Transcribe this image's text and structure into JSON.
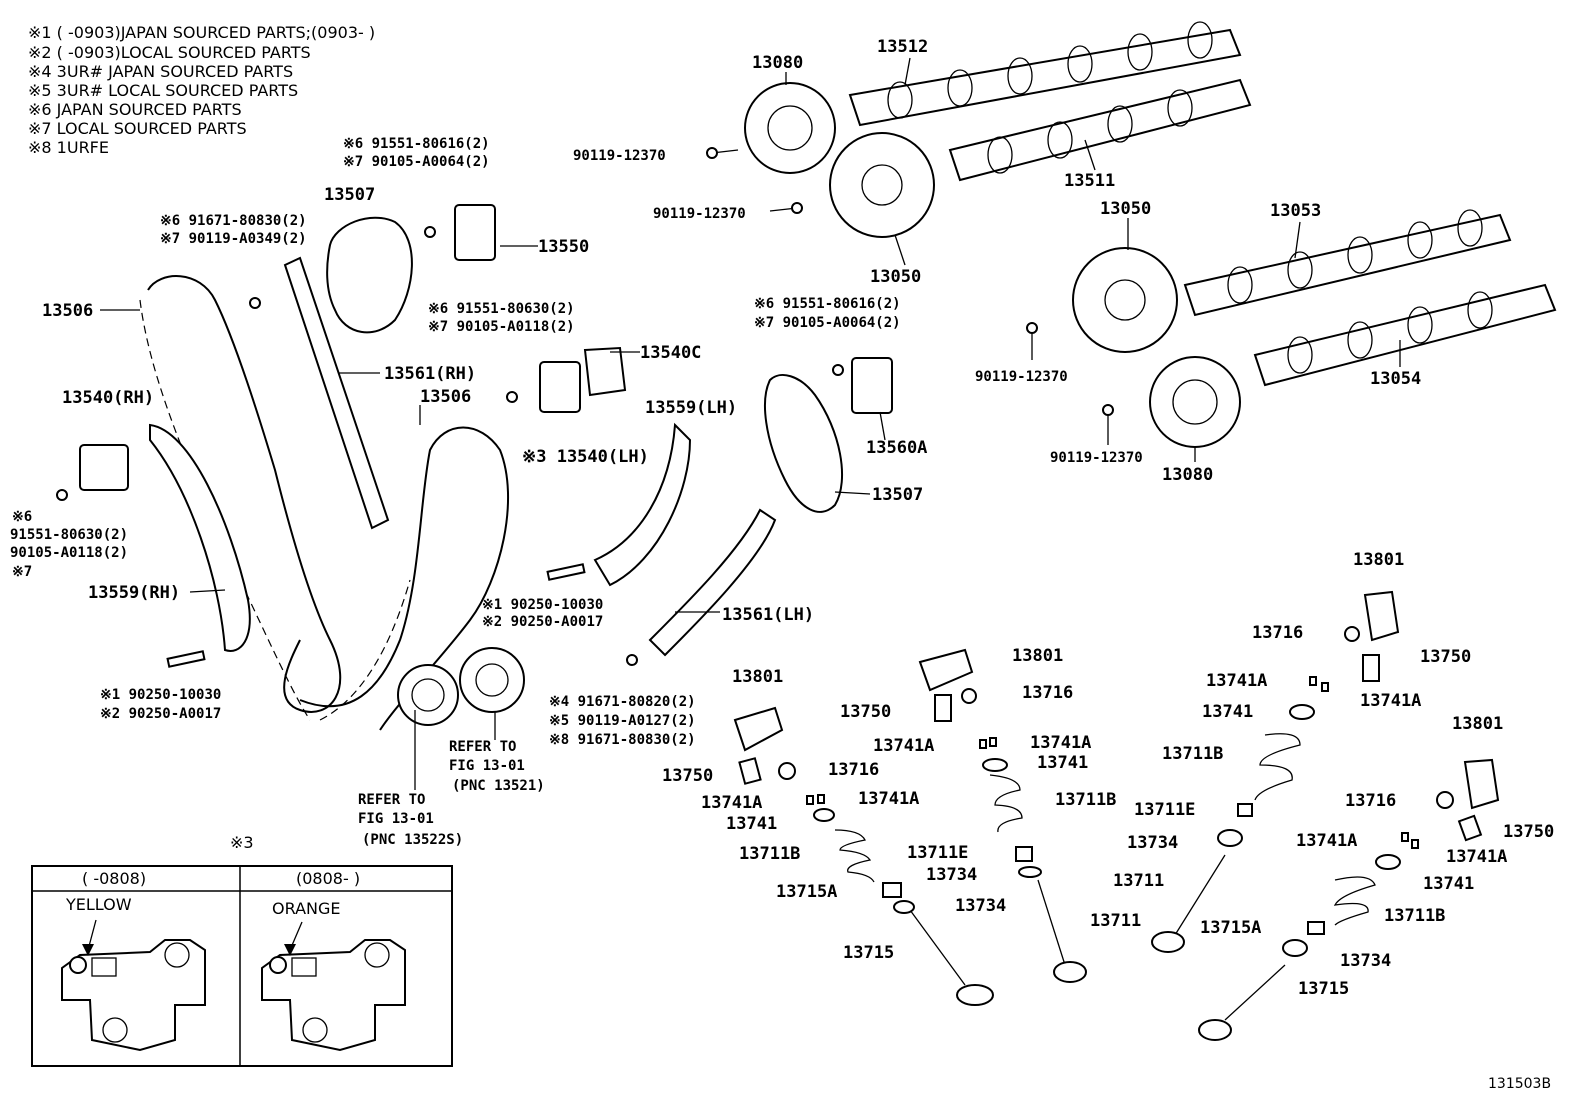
{
  "notes": [
    "※1 (      -0903)JAPAN SOURCED PARTS;(0903-       )",
    "※2 (      -0903)LOCAL SOURCED PARTS",
    "※4 3UR# JAPAN SOURCED PARTS",
    "※5 3UR# LOCAL SOURCED PARTS",
    "※6 JAPAN SOURCED PARTS",
    "※7 LOCAL SOURCED PARTS",
    "※8 1URFE"
  ],
  "callouts": [
    {
      "id": "c13080a",
      "text": "13080"
    },
    {
      "id": "c13512",
      "text": "13512"
    },
    {
      "id": "c9011912370a",
      "text": "90119-12370"
    },
    {
      "id": "c13511",
      "text": "13511"
    },
    {
      "id": "c9011912370b",
      "text": "90119-12370"
    },
    {
      "id": "c13050a",
      "text": "13050"
    },
    {
      "id": "c13053",
      "text": "13053"
    },
    {
      "id": "c13050b",
      "text": "13050"
    },
    {
      "id": "c9011912370c",
      "text": "90119-12370"
    },
    {
      "id": "c13054",
      "text": "13054"
    },
    {
      "id": "c9011912370d",
      "text": "90119-12370"
    },
    {
      "id": "c13080b",
      "text": "13080"
    },
    {
      "id": "c6a",
      "text": "※6 91551-80616(2)"
    },
    {
      "id": "c7a",
      "text": "※7 90105-A0064(2)"
    },
    {
      "id": "c13507a",
      "text": "13507"
    },
    {
      "id": "c6b",
      "text": "※6 91671-80830(2)"
    },
    {
      "id": "c7b",
      "text": "※7 90119-A0349(2)"
    },
    {
      "id": "c13550",
      "text": "13550"
    },
    {
      "id": "c13506a",
      "text": "13506"
    },
    {
      "id": "c6c",
      "text": "※6 91551-80630(2)"
    },
    {
      "id": "c7c",
      "text": "※7 90105-A0118(2)"
    },
    {
      "id": "c6d",
      "text": "※6 91551-80616(2)"
    },
    {
      "id": "c7d",
      "text": "※7 90105-A0064(2)"
    },
    {
      "id": "c13540c",
      "text": "13540C"
    },
    {
      "id": "c13561rh",
      "text": "13561(RH)"
    },
    {
      "id": "c13540rh",
      "text": "13540(RH)"
    },
    {
      "id": "c13506b",
      "text": "13506"
    },
    {
      "id": "c13559lh",
      "text": "13559(LH)"
    },
    {
      "id": "c13540lh",
      "text": "※3 13540(LH)"
    },
    {
      "id": "c13560a",
      "text": "13560A"
    },
    {
      "id": "c13507b",
      "text": "13507"
    },
    {
      "id": "c6e",
      "text": "※6"
    },
    {
      "id": "c91551a",
      "text": "91551-80630(2)"
    },
    {
      "id": "c90105a",
      "text": "90105-A0118(2)"
    },
    {
      "id": "c7e",
      "text": "※7"
    },
    {
      "id": "c13559rh",
      "text": "13559(RH)"
    },
    {
      "id": "c1a",
      "text": "※1 90250-10030"
    },
    {
      "id": "c2a",
      "text": "※2 90250-A0017"
    },
    {
      "id": "c13561lh",
      "text": "13561(LH)"
    },
    {
      "id": "c1b",
      "text": "※1 90250-10030"
    },
    {
      "id": "c2b",
      "text": "※2 90250-A0017"
    },
    {
      "id": "c4a",
      "text": "※4 91671-80820(2)"
    },
    {
      "id": "c5a",
      "text": "※5 90119-A0127(2)"
    },
    {
      "id": "c8a",
      "text": "※8 91671-80830(2)"
    },
    {
      "id": "cref1a",
      "text": "REFER TO"
    },
    {
      "id": "cref1b",
      "text": "FIG 13-01"
    },
    {
      "id": "cref1c",
      "text": "(PNC 13521)"
    },
    {
      "id": "cref2a",
      "text": "REFER TO"
    },
    {
      "id": "cref2b",
      "text": "FIG 13-01"
    },
    {
      "id": "cref2c",
      "text": "(PNC 13522S)"
    },
    {
      "id": "v13801a",
      "text": "13801"
    },
    {
      "id": "v13801b",
      "text": "13801"
    },
    {
      "id": "v13716a",
      "text": "13716"
    },
    {
      "id": "v13750a",
      "text": "13750"
    },
    {
      "id": "v13801c",
      "text": "13801"
    },
    {
      "id": "v13750b",
      "text": "13750"
    },
    {
      "id": "v13716b",
      "text": "13716"
    },
    {
      "id": "v13741Aa",
      "text": "13741A"
    },
    {
      "id": "v13741Ab",
      "text": "13741A"
    },
    {
      "id": "v13741a",
      "text": "13741"
    },
    {
      "id": "v13741Ac",
      "text": "13741A"
    },
    {
      "id": "v13741Ad",
      "text": "13741A"
    },
    {
      "id": "v13741b",
      "text": "13741"
    },
    {
      "id": "v13801d",
      "text": "13801"
    },
    {
      "id": "v13750c",
      "text": "13750"
    },
    {
      "id": "v13716c",
      "text": "13716"
    },
    {
      "id": "v13711Ba",
      "text": "13711B"
    },
    {
      "id": "v13741Ae",
      "text": "13741A"
    },
    {
      "id": "v13741Af",
      "text": "13741A"
    },
    {
      "id": "v13711Bb",
      "text": "13711B"
    },
    {
      "id": "v13711Ea",
      "text": "13711E"
    },
    {
      "id": "v13716d",
      "text": "13716"
    },
    {
      "id": "v13741c",
      "text": "13741"
    },
    {
      "id": "v13734a",
      "text": "13734"
    },
    {
      "id": "v13750d",
      "text": "13750"
    },
    {
      "id": "v13711Bc",
      "text": "13711B"
    },
    {
      "id": "v13711Eb",
      "text": "13711E"
    },
    {
      "id": "v13734b",
      "text": "13734"
    },
    {
      "id": "v13741Ag",
      "text": "13741A"
    },
    {
      "id": "v13741Ah",
      "text": "13741A"
    },
    {
      "id": "v13741d",
      "text": "13741"
    },
    {
      "id": "v13711a",
      "text": "13711"
    },
    {
      "id": "v13715Aa",
      "text": "13715A"
    },
    {
      "id": "v13734c",
      "text": "13734"
    },
    {
      "id": "v13711Bd",
      "text": "13711B"
    },
    {
      "id": "v13711b",
      "text": "13711"
    },
    {
      "id": "v13715a",
      "text": "13715"
    },
    {
      "id": "v13715Ab",
      "text": "13715A"
    },
    {
      "id": "v13734d",
      "text": "13734"
    },
    {
      "id": "v13715b",
      "text": "13715"
    }
  ],
  "inset": {
    "marker": "※3",
    "left_header": "(      -0808)",
    "right_header": "(0808-      )",
    "left_color": "YELLOW",
    "right_color": "ORANGE"
  },
  "figure_id": "131503B"
}
